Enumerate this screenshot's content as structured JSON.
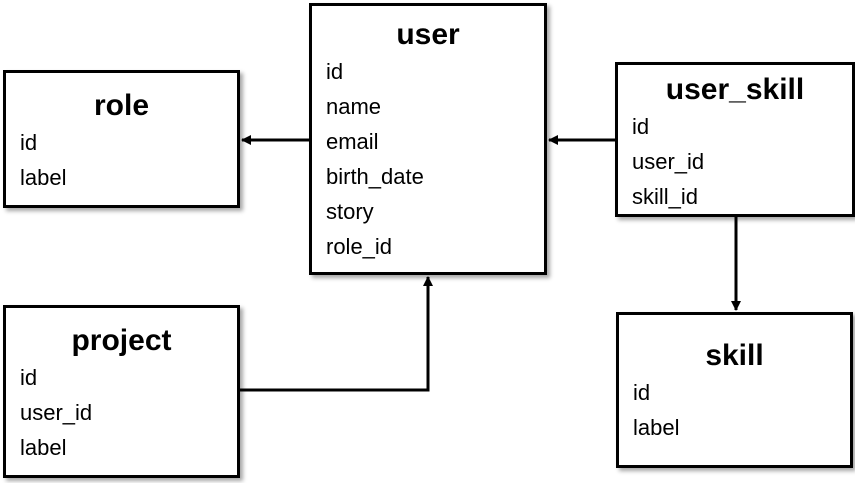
{
  "entities": {
    "user": {
      "title": "user",
      "fields": [
        "id",
        "name",
        "email",
        "birth_date",
        "story",
        "role_id"
      ]
    },
    "role": {
      "title": "role",
      "fields": [
        "id",
        "label"
      ]
    },
    "user_skill": {
      "title": "user_skill",
      "fields": [
        "id",
        "user_id",
        "skill_id"
      ]
    },
    "project": {
      "title": "project",
      "fields": [
        "id",
        "user_id",
        "label"
      ]
    },
    "skill": {
      "title": "skill",
      "fields": [
        "id",
        "label"
      ]
    }
  },
  "colors": {
    "border": "#000000",
    "background": "#ffffff",
    "text": "#000000"
  }
}
